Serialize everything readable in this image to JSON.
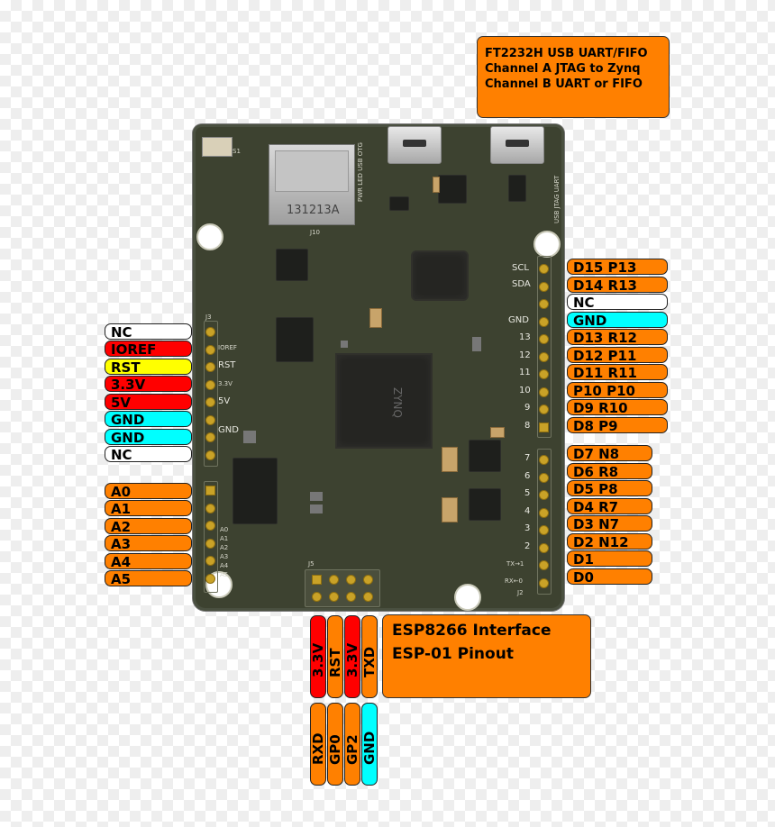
{
  "ft2232h_box": {
    "lines": [
      "FT2232H USB UART/FIFO",
      "Channel A JTAG to Zynq",
      "Channel B UART or FIFO"
    ]
  },
  "esp_box": {
    "lines": [
      "ESP8266 Interface",
      "ESP-01 Pinout"
    ]
  },
  "left_power_header": [
    {
      "label": "NC",
      "color": "#ffffff"
    },
    {
      "label": "IOREF",
      "color": "#ff0000"
    },
    {
      "label": "RST",
      "color": "#ffff00"
    },
    {
      "label": "3.3V",
      "color": "#ff0000"
    },
    {
      "label": "5V",
      "color": "#ff0000"
    },
    {
      "label": "GND",
      "color": "#00ffff"
    },
    {
      "label": "GND",
      "color": "#00ffff"
    },
    {
      "label": "NC",
      "color": "#ffffff"
    }
  ],
  "left_analog_header": [
    {
      "label": "A0",
      "color": "#ff8000"
    },
    {
      "label": "A1",
      "color": "#ff8000"
    },
    {
      "label": "A2",
      "color": "#ff8000"
    },
    {
      "label": "A3",
      "color": "#ff8000"
    },
    {
      "label": "A4",
      "color": "#ff8000"
    },
    {
      "label": "A5",
      "color": "#ff8000"
    }
  ],
  "right_upper_header": [
    {
      "label": "D15 P13",
      "color": "#ff8000"
    },
    {
      "label": "D14 R13",
      "color": "#ff8000"
    },
    {
      "label": "NC",
      "color": "#ffffff"
    },
    {
      "label": "GND",
      "color": "#00ffff"
    },
    {
      "label": "D13 R12",
      "color": "#ff8000"
    },
    {
      "label": "D12 P11",
      "color": "#ff8000"
    },
    {
      "label": "D11 R11",
      "color": "#ff8000"
    },
    {
      "label": "P10 P10",
      "color": "#ff8000"
    },
    {
      "label": "D9 R10",
      "color": "#ff8000"
    },
    {
      "label": "D8 P9",
      "color": "#ff8000"
    }
  ],
  "right_lower_header": [
    {
      "label": "D7 N8",
      "color": "#ff8000"
    },
    {
      "label": "D6 R8",
      "color": "#ff8000"
    },
    {
      "label": "D5 P8",
      "color": "#ff8000"
    },
    {
      "label": "D4 R7",
      "color": "#ff8000"
    },
    {
      "label": "D3 N7",
      "color": "#ff8000"
    },
    {
      "label": "D2 N12",
      "color": "#ff8000"
    },
    {
      "label": "D1",
      "color": "#ff8000"
    },
    {
      "label": "D0",
      "color": "#ff8000"
    }
  ],
  "esp_top_row": [
    {
      "label": "3.3V",
      "color": "#ff0000"
    },
    {
      "label": "RST",
      "color": "#ff8000"
    },
    {
      "label": "3.3V",
      "color": "#ff0000"
    },
    {
      "label": "TXD",
      "color": "#ff8000"
    }
  ],
  "esp_bottom_row": [
    {
      "label": "RXD",
      "color": "#ff8000"
    },
    {
      "label": "GP0",
      "color": "#ff8000"
    },
    {
      "label": "GP2",
      "color": "#ff8000"
    },
    {
      "label": "GND",
      "color": "#00ffff"
    }
  ],
  "board_silkscreen": {
    "sd_code": "131213A",
    "j10": "J10",
    "chip_brand": "ZYNQ",
    "scl": "SCL",
    "sda": "SDA",
    "gnd_right": "GND",
    "right_pins": [
      "13",
      "12",
      "11",
      "10",
      "9",
      "8"
    ],
    "right_pins_low": [
      "7",
      "6",
      "5",
      "4",
      "3",
      "2"
    ],
    "tx": "TX→1",
    "rx": "RX←0",
    "j2": "J2",
    "j3": "J3",
    "j5": "J5",
    "ioref": "IOREF",
    "rst": "RST",
    "v33": "3.3V",
    "v5": "5V",
    "gnd_left": "GND",
    "analog_pins": [
      "A0",
      "A1",
      "A2",
      "A3",
      "A4",
      "A5"
    ],
    "usb_left_label": "PWR LED USB OTG",
    "usb_right_label": "USB JTAG UART",
    "s1": "S1"
  }
}
